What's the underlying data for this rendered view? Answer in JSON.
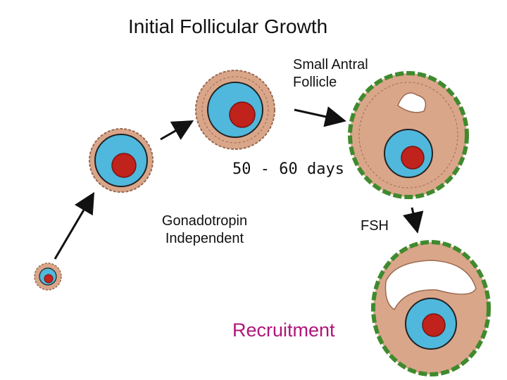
{
  "title": "Initial Follicular Growth",
  "labels": {
    "small_antral": "Small Antral\nFollicle",
    "duration": "50 - 60 days",
    "gonadotropin": "Gonadotropin\nIndependent",
    "fsh": "FSH",
    "recruitment": "Recruitment"
  },
  "colors": {
    "oocyte": "#4fb8dc",
    "nucleus": "#c0221c",
    "granulosa": "#d9a68a",
    "theca": "#3f8a2e",
    "antrum": "#ffffff",
    "recruitment": "#b0157a"
  },
  "icons": [
    "follicle-primordial",
    "follicle-primary",
    "follicle-secondary",
    "follicle-small-antral",
    "follicle-antral",
    "arrow"
  ]
}
